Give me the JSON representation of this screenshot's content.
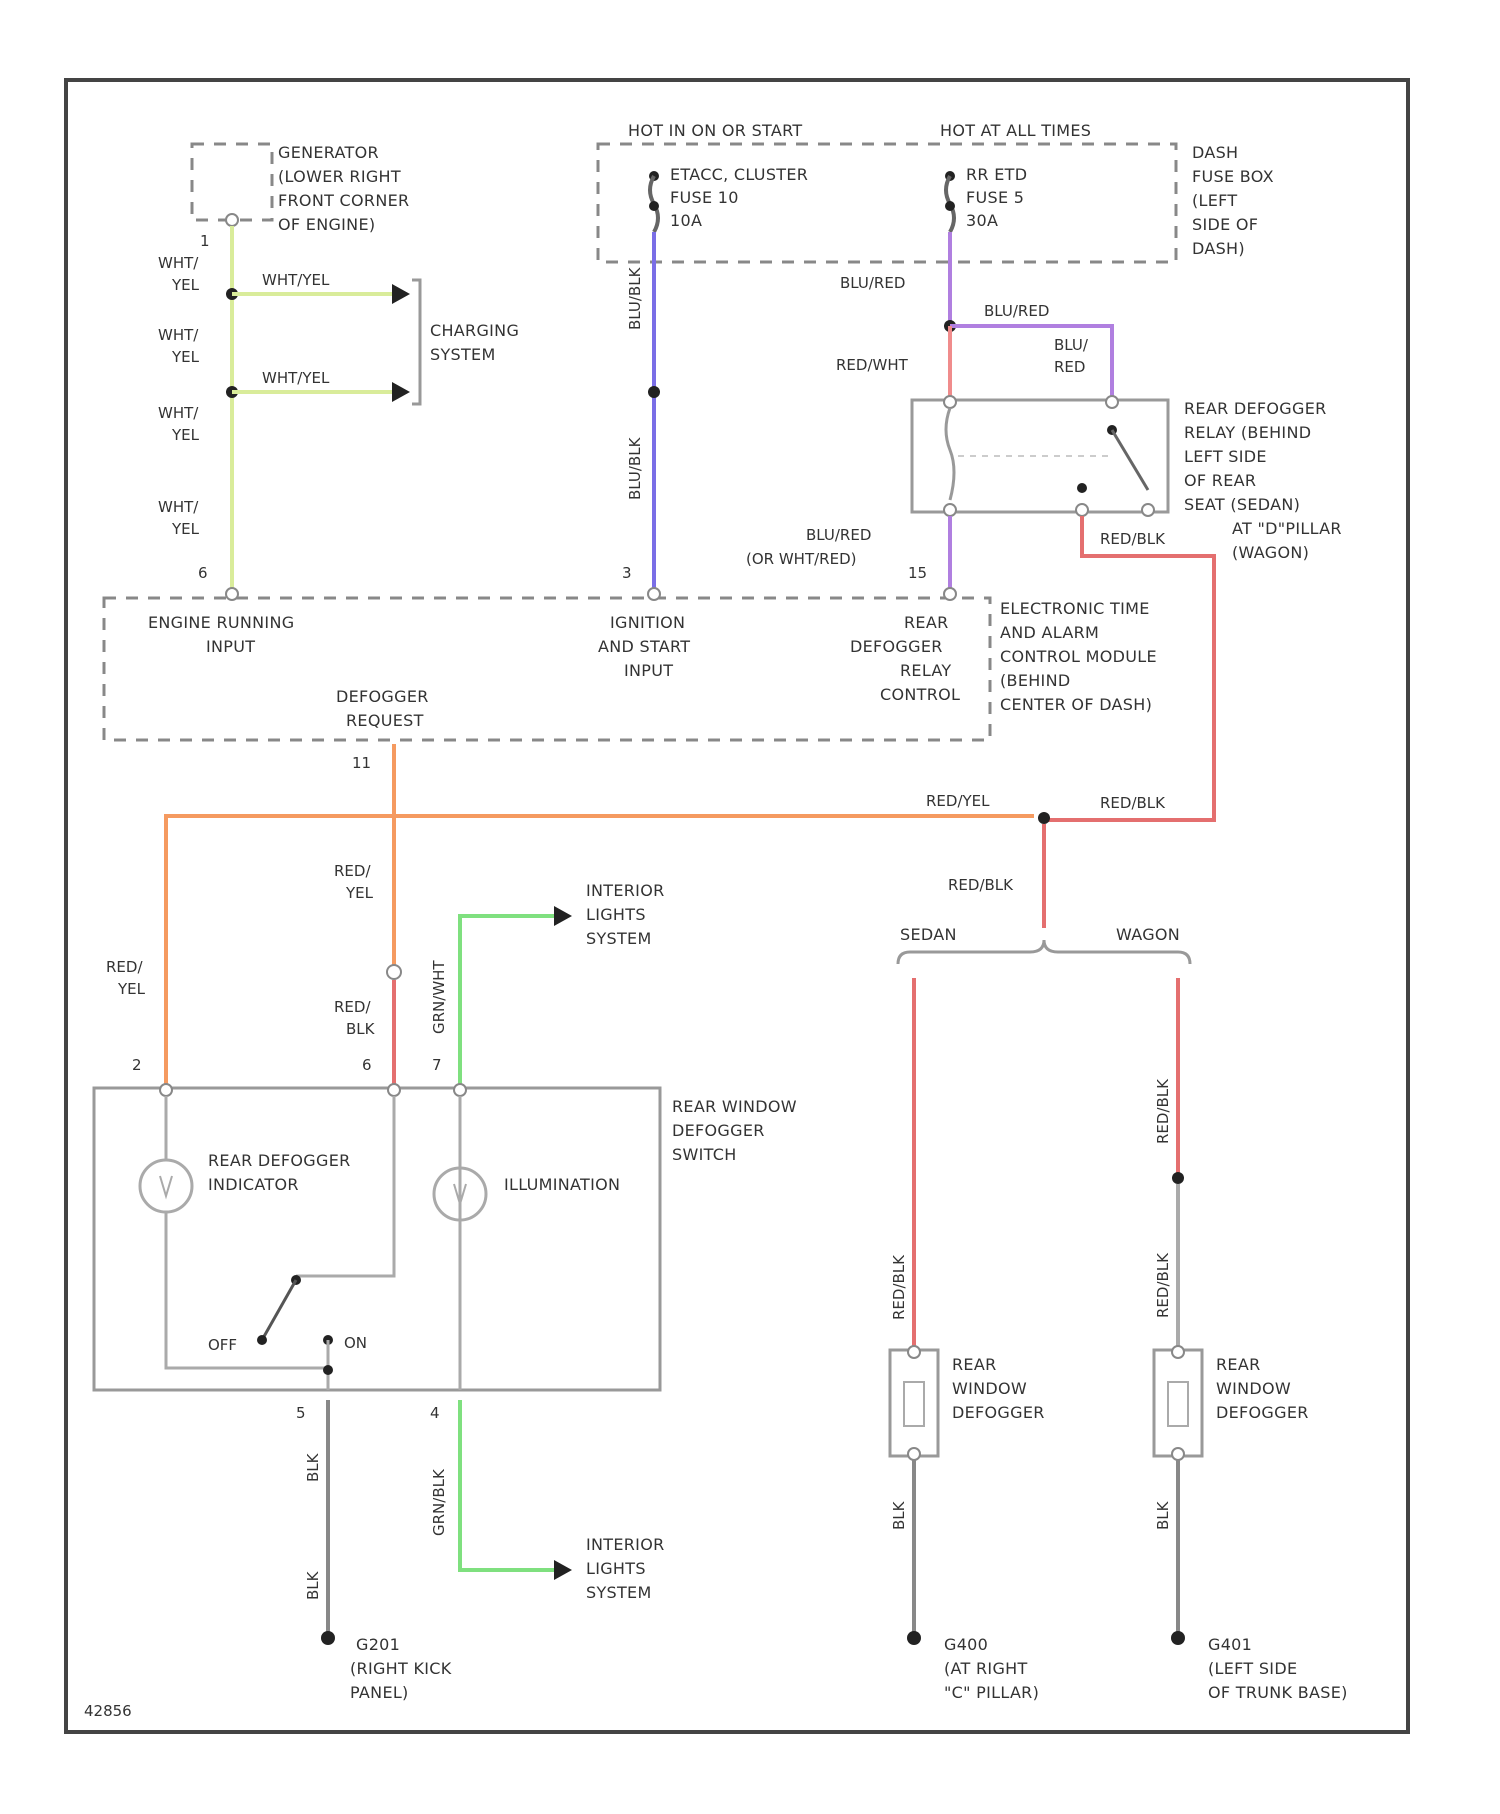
{
  "figure_id": "42856",
  "colors": {
    "wht_yel": "#d9ec9a",
    "blu_blk": "#7a6ee6",
    "blu_red": "#b07fe0",
    "red_wht": "#f08c8c",
    "red_blk": "#e46f6f",
    "red_yel": "#f59a60",
    "grn_wht": "#7fe07f",
    "blk": "#888888",
    "frame": "#444444"
  },
  "header": {
    "hot_run": "HOT IN ON OR START",
    "hot_always": "HOT AT ALL TIMES"
  },
  "generator": [
    "GENERATOR",
    "(LOWER RIGHT",
    "FRONT CORNER",
    "OF ENGINE)"
  ],
  "charging": [
    "CHARGING",
    "SYSTEM"
  ],
  "fuse_cluster": [
    "ETACC, CLUSTER",
    "FUSE 10",
    "10A"
  ],
  "fuse_rr": [
    "RR ETD",
    "FUSE 5",
    "30A"
  ],
  "fuse_box": [
    "DASH",
    "FUSE BOX",
    "(LEFT",
    "SIDE OF",
    "DASH)"
  ],
  "relay": [
    "REAR DEFOGGER",
    "RELAY (BEHIND",
    "LEFT SIDE",
    "OF REAR",
    "SEAT (SEDAN)",
    "AT \"D\"PILLAR",
    "(WAGON)"
  ],
  "module": [
    "ELECTRONIC TIME",
    "AND ALARM",
    "CONTROL MODULE",
    "(BEHIND",
    "CENTER OF DASH)"
  ],
  "module_inputs": {
    "engine_running": [
      "ENGINE RUNNING",
      "INPUT"
    ],
    "ignition": [
      "IGNITION",
      "AND START",
      "INPUT"
    ],
    "relay_control": [
      "REAR",
      "DEFOGGER",
      "RELAY",
      "CONTROL"
    ],
    "defogger_request": [
      "DEFOGGER",
      "REQUEST"
    ]
  },
  "pins": {
    "gen": "1",
    "engine": "6",
    "ign": "3",
    "relay_ctrl": "15",
    "request": "11",
    "sw_2": "2",
    "sw_6": "6",
    "sw_7": "7",
    "sw_5": "5",
    "sw_4": "4"
  },
  "wire_labels": {
    "wht_yel": "WHT/YEL",
    "wht": "WHT/",
    "yel": "YEL",
    "blu_blk": "BLU/BLK",
    "blu_red": "BLU/RED",
    "red_wht": "RED/WHT",
    "blu": "BLU/",
    "red": "RED",
    "blu_red_alt": "BLU/RED",
    "or_wht_red": "(OR WHT/RED)",
    "red_blk": "RED/BLK",
    "red_yel": "RED/YEL",
    "red_": "RED/",
    "blk": "BLK",
    "grn_wht": "GRN/WHT",
    "grn_blk": "GRN/BLK"
  },
  "switch": {
    "title": [
      "REAR WINDOW",
      "DEFOGGER",
      "SWITCH"
    ],
    "indicator": [
      "REAR DEFOGGER",
      "INDICATOR"
    ],
    "illumination": "ILLUMINATION",
    "off": "OFF",
    "on": "ON"
  },
  "interior_lights": [
    "INTERIOR",
    "LIGHTS",
    "SYSTEM"
  ],
  "sedan": "SEDAN",
  "wagon": "WAGON",
  "defogger_grid": [
    "REAR",
    "WINDOW",
    "DEFOGGER"
  ],
  "grounds": {
    "g201": [
      "G201",
      "(RIGHT KICK",
      "PANEL)"
    ],
    "g400": [
      "G400",
      "(AT RIGHT",
      "\"C\" PILLAR)"
    ],
    "g401": [
      "G401",
      "(LEFT SIDE",
      "OF TRUNK BASE)"
    ]
  }
}
